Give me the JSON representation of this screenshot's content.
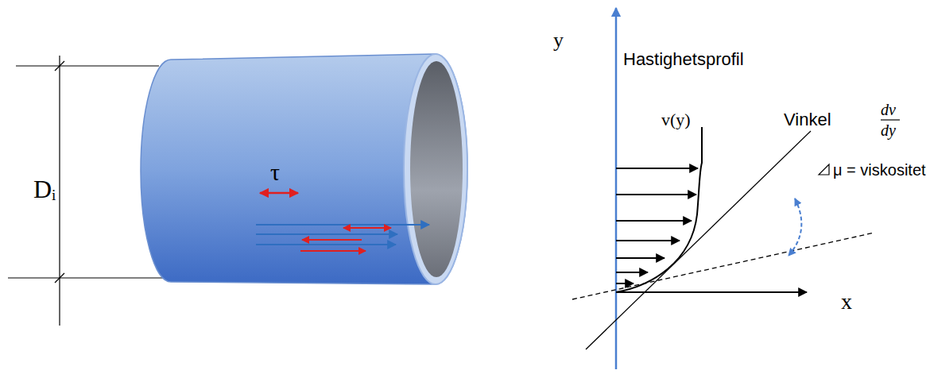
{
  "diagram": {
    "labels": [
      "Dᵢ",
      "τ",
      "y",
      "Hastighetsprofil",
      "v(y)",
      "Vinkel",
      "dv",
      "dy",
      "μ = viskositet",
      "x"
    ]
  }
}
